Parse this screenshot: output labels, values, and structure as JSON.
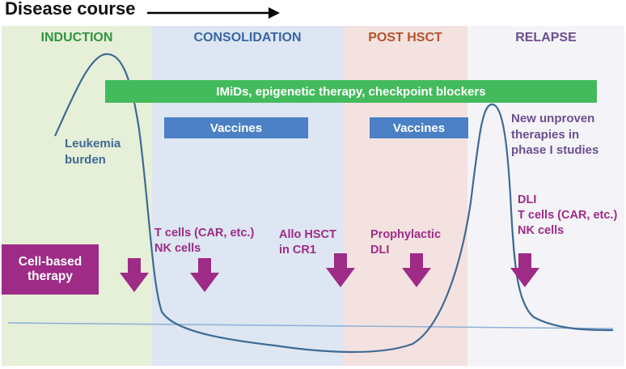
{
  "title": "Disease course",
  "phases": {
    "induction": "INDUCTION",
    "consolidation": "CONSOLIDATION",
    "post_hsct": "POST HSCT",
    "relapse": "RELAPSE"
  },
  "colors": {
    "induction_bg": "#e6efd8",
    "consolidation_bg": "#dde6f2",
    "post_hsct_bg": "#f4e2e0",
    "relapse_bg": "#f4f4f8",
    "induction_text": "#2e9440",
    "consolidation_text": "#3767a2",
    "post_hsct_text": "#b4542c",
    "relapse_text": "#6b4f8f",
    "green_bar": "#43bb5c",
    "blue_bar": "#4b80c4",
    "magenta": "#9e2b86",
    "curve": "#3f6a94",
    "baseline": "#8fb0d6"
  },
  "green_bar_label": "IMiDs, epigenetic therapy, checkpoint blockers",
  "vaccines_left": "Vaccines",
  "vaccines_right": "Vaccines",
  "leukemia_burden": [
    "Leukemia",
    "burden"
  ],
  "new_therapies": [
    "New unproven",
    "therapies in",
    "phase I studies"
  ],
  "cell_based": [
    "Cell-based",
    "therapy"
  ],
  "consolidation_cells": [
    "T cells (CAR, etc.)",
    "NK cells"
  ],
  "allo_hsct": [
    "Allo HSCT",
    "in CR1"
  ],
  "prophylactic": [
    "Prophylactic",
    "DLI"
  ],
  "relapse_cells": [
    "DLI",
    "T cells (CAR, etc.)",
    "NK cells"
  ]
}
